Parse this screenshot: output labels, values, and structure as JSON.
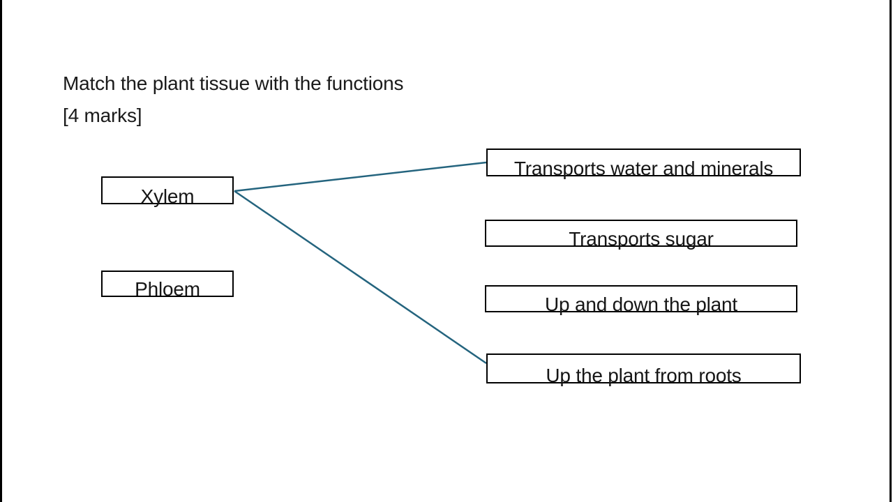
{
  "frame": {
    "background": "#ffffff",
    "edge_line_color": "#000000"
  },
  "question": {
    "prompt": "Match the plant tissue with the functions",
    "marks": "[4 marks]"
  },
  "tissues": [
    {
      "label": "Xylem"
    },
    {
      "label": "Phloem"
    }
  ],
  "functions": [
    {
      "label": "Transports water and minerals"
    },
    {
      "label": "Transports sugar"
    },
    {
      "label": "Up and down the plant"
    },
    {
      "label": "Up the plant from roots"
    }
  ],
  "connections": [
    {
      "from": "Xylem",
      "to": "Transports water and minerals"
    },
    {
      "from": "Xylem",
      "to": "Up the plant from roots"
    }
  ],
  "colors": {
    "connector_line": "#24647e",
    "box_border": "#000000",
    "text": "#1a1a1a"
  }
}
